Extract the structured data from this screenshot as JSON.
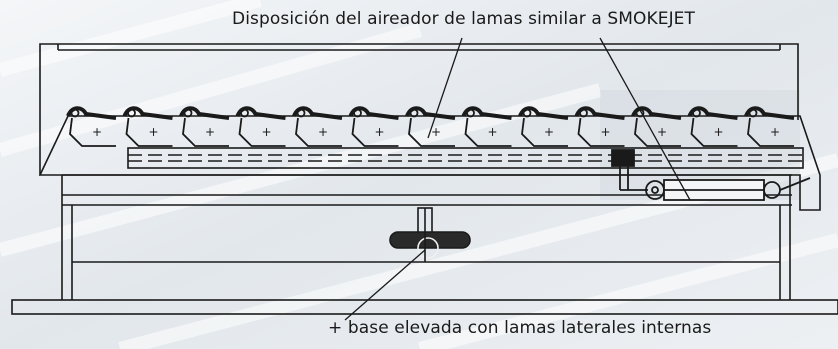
{
  "diagram": {
    "callout_top": "Disposición del aireador de lamas similar a SMOKEJET",
    "callout_bottom": "+ base elevada con lamas laterales internas",
    "line_color": "#1a1a1a",
    "background_color": "#e9edf1",
    "louver_count": 13
  }
}
